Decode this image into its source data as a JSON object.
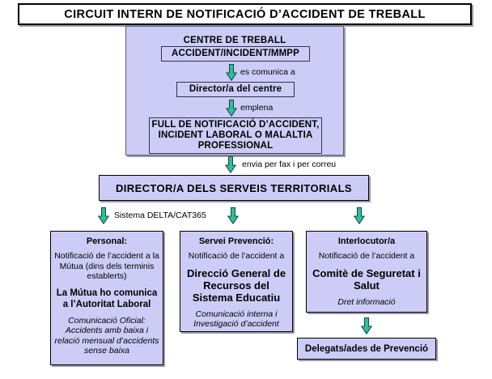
{
  "title": {
    "text": "CIRCUIT INTERN DE NOTIFICACIÓ D’ACCIDENT DE TREBALL"
  },
  "workplace": {
    "header": "CENTRE DE TREBALL",
    "step_accident": "ACCIDENT/INCIDENT/MMPP",
    "arrow1_label": "es comunica a",
    "step_director": "Director/a del centre",
    "arrow2_label": "emplena",
    "step_form_line1": "FULL DE NOTIFICACIÓ D’ACCIDENT,",
    "step_form_line2": "INCIDENT LABORAL O MALALTIA",
    "step_form_line3": "PROFESSIONAL"
  },
  "transition": {
    "send_label": "envia per fax i per correu"
  },
  "territorial": {
    "label": "DIRECTOR/A DELS SERVEIS TERRITORIALS"
  },
  "branch_labels": {
    "delta": "Sistema DELTA/CAT365"
  },
  "cards": [
    {
      "title": "Personal:",
      "sub": "Notificació de l’accident a la Mútua (dins dels terminis establerts)",
      "main": "La Mútua ho comunica a l’Autoritat Laboral",
      "italic": "Comunicació Oficial: Accidents amb baixa i relació mensual d’accidents sense baixa"
    },
    {
      "title": "Servei Prevenció:",
      "sub": "Notificació de l’accident a",
      "main": "Direcció General de Recursos del Sistema Educatiu",
      "italic": "Comunicació interna i Investigació d’accident"
    },
    {
      "title": "Interlocutor/a",
      "sub": "Notificació de l’accident a",
      "main": "Comitè de Seguretat i Salut",
      "italic": "Dret informació"
    }
  ],
  "final": {
    "label": "Delegats/ades de Prevenció"
  },
  "colors": {
    "box_fill": "#ccccf7",
    "arrow_fill": "#2fbf9f",
    "arrow_stroke": "#14443a",
    "border": "#000000",
    "shadow": "#9a9aa8"
  },
  "icons": {
    "arrow": "arrow-down-icon"
  }
}
